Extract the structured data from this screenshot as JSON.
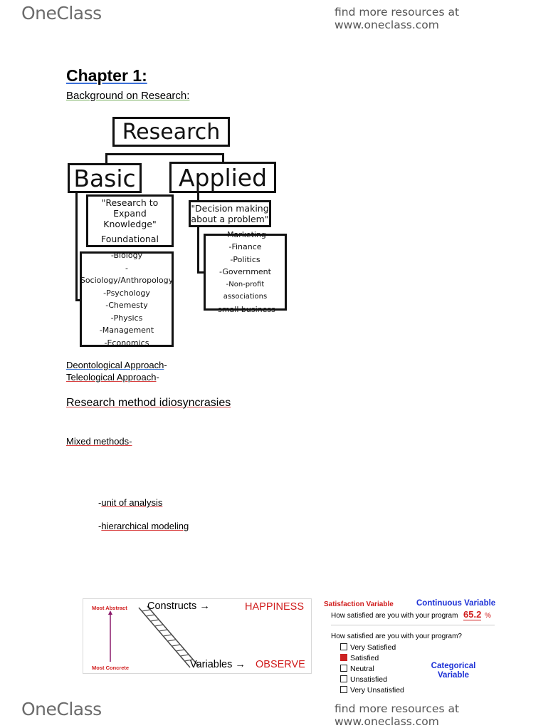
{
  "header": {
    "brand": "OneClass",
    "tagline": "find more resources at www.oneclass.com"
  },
  "footer": {
    "brand": "OneClass",
    "tagline": "find more resources at www.oneclass.com"
  },
  "doc": {
    "chapter": "Chapter 1:",
    "subtitle": "Background on Research:",
    "deontological": "Deontological Approach",
    "teleological": "Teleological Approach",
    "dash": "-",
    "idiosyncrasies": "Research method idiosyncrasies",
    "mixed": "Mixed methods-",
    "unit": "unit of analysis",
    "hierarchical": "hierarchical modeling"
  },
  "diagram": {
    "root": "Research",
    "basic": "Basic",
    "applied": "Applied",
    "basic_quote": [
      "\"Research to",
      "Expand",
      "Knowledge\""
    ],
    "basic_foundational": "Foundational",
    "applied_quote": [
      "\"Decision making",
      "about a problem\""
    ],
    "basic_list": [
      "-Biology",
      "-Sociology/Anthropology",
      "-Psychology",
      "-Chemesty",
      "-Physics",
      "-Management",
      "-Economics"
    ],
    "applied_list": [
      "-Marketing",
      "-Finance",
      "-Politics",
      "-Government",
      "-Non-profit associations",
      "-small business"
    ]
  },
  "ladder": {
    "most_abstract": "Most Abstract",
    "most_concrete": "Most Concrete",
    "constructs": "Constructs →",
    "happiness": "HAPPINESS",
    "variables": "Variables →",
    "observe": "OBSERVE"
  },
  "survey": {
    "satisfaction_variable": "Satisfaction Variable",
    "continuous_variable": "Continuous Variable",
    "question1": "How satisfied are you with your program",
    "answer": "65.2",
    "percent": "%",
    "question2": "How satisfied are you with your program?",
    "options": [
      "Very Satisfied",
      "Satisfied",
      "Neutral",
      "Unsatisfied",
      "Very Unsatisfied"
    ],
    "checked_index": 1,
    "categorical_variable": [
      "Categorical",
      "Variable"
    ]
  }
}
